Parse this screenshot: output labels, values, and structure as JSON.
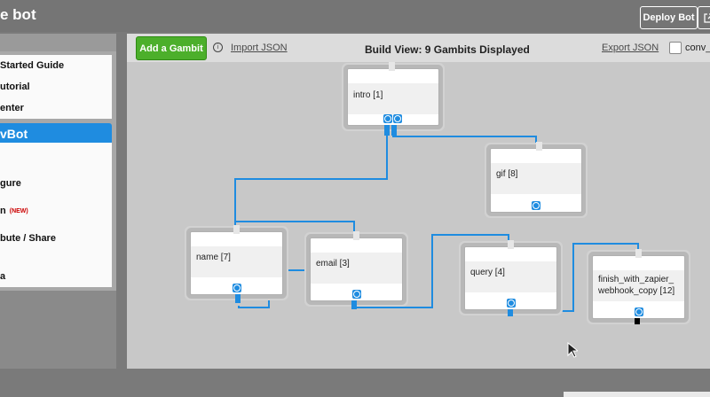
{
  "header": {
    "title": "e bot",
    "deploy_label": "Deploy Bot"
  },
  "sidebar": {
    "items": [
      {
        "label": "Started Guide"
      },
      {
        "label": "utorial"
      },
      {
        "label": "enter"
      },
      {
        "label": "vBot"
      },
      {
        "label": "gure"
      },
      {
        "label": "n",
        "badge": "(NEW)"
      },
      {
        "label": "bute / Share"
      },
      {
        "label": "a"
      }
    ]
  },
  "toolbar": {
    "add_label": "Add a Gambit",
    "import_label": "Import JSON",
    "title": "Build View: 9 Gambits Displayed",
    "export_label": "Export JSON",
    "conv_label": "conv_"
  },
  "gambits": [
    {
      "label": "intro [1]"
    },
    {
      "label": "gif [8]"
    },
    {
      "label": "name [7]"
    },
    {
      "label": "email [3]"
    },
    {
      "label": "query [4]"
    },
    {
      "label": "finish_with_zapier_ webhook_copy [12]"
    }
  ],
  "colors": {
    "accent": "#1f8ce0",
    "add_button": "#4caf2b"
  }
}
